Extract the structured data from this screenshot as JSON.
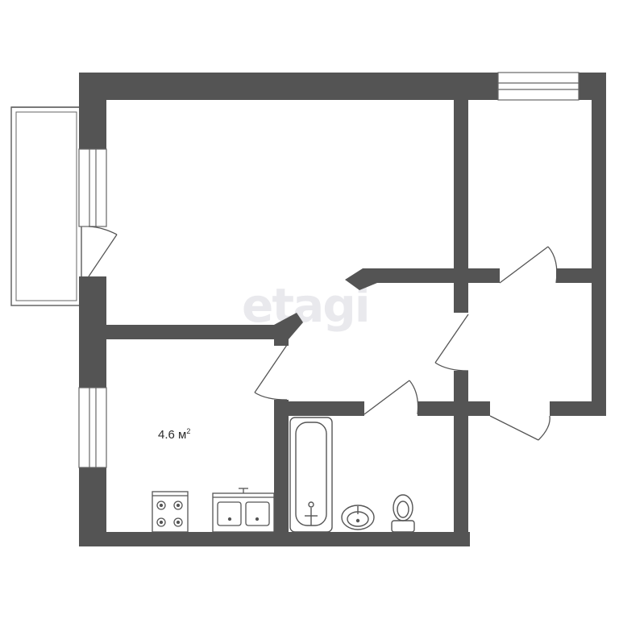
{
  "plan": {
    "rooms": [
      {
        "id": "living-room",
        "area_label": ""
      },
      {
        "id": "bedroom",
        "area_label": ""
      },
      {
        "id": "hallway",
        "area_label": ""
      },
      {
        "id": "kitchen",
        "area_label": "4.6 м"
      },
      {
        "id": "bathroom",
        "area_label": ""
      }
    ],
    "kitchen_area_value": "4.6 м",
    "area_unit_superscript": "2",
    "watermark": "etagi",
    "colors": {
      "wall": "#545454",
      "background": "#ffffff",
      "fixture_line": "#555555",
      "watermark": "#e9e9ed"
    },
    "icons": [
      "stove-icon",
      "kitchen-sink-icon",
      "bathtub-icon",
      "washbasin-icon",
      "toilet-icon",
      "door-swing-icon",
      "window-icon",
      "balcony-icon"
    ]
  }
}
